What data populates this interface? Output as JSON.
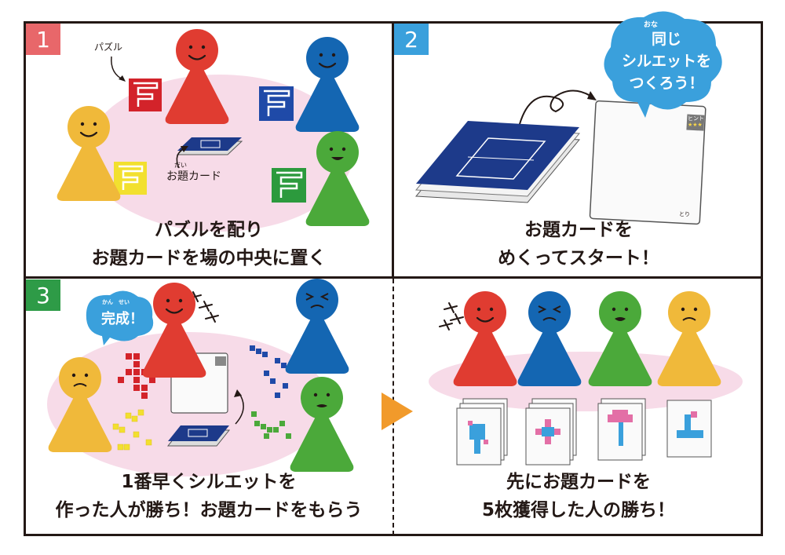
{
  "panels": [
    {
      "number": "1",
      "color": "#e8676a",
      "caption_lines": [
        "パズルを配り",
        "お題カードを場の中央に置く"
      ],
      "labels": {
        "puzzle": "パズル",
        "card": "お題カード",
        "card_ruby": "だい"
      }
    },
    {
      "number": "2",
      "color": "#3aa0dc",
      "caption_lines": [
        "お題カードを",
        "めくってスタート！"
      ],
      "bubble": {
        "ruby": "おな",
        "lines": [
          "同じ",
          "シルエットを",
          "つくろう！"
        ]
      },
      "card_labels": {
        "hint": "ヒント",
        "stars": "★★★",
        "corner": "とり"
      }
    },
    {
      "number": "3",
      "color": "#2e9b47",
      "caption_lines": [
        "1番早くシルエットを",
        "作った人が勝ち！お題カードをもらう"
      ],
      "bubble": {
        "ruby": "かん　せい",
        "text": "完成！"
      }
    },
    {
      "number": "",
      "color": "#ffffff",
      "caption_lines": [
        "先にお題カードを",
        "5枚獲得した人の勝ち！"
      ],
      "highlight": "5枚獲得"
    }
  ],
  "colors": {
    "red": "#e03c31",
    "blue": "#1466b2",
    "yellow": "#f0b93a",
    "green": "#4ba93a",
    "pink_ellipse": "#f7dbe8",
    "navy_card": "#1d3a8a",
    "arrow": "#f19a2b"
  }
}
